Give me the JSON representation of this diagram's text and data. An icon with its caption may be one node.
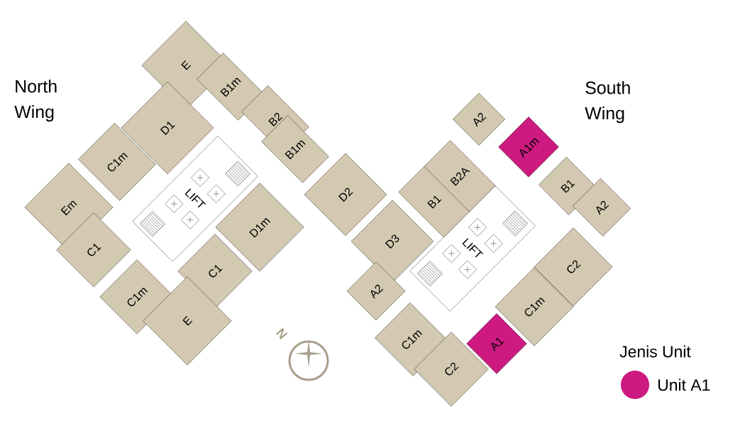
{
  "diagram": {
    "nodes": [
      {
        "text": [
          "E"
        ]
      },
      {
        "text": [
          "B1m"
        ]
      },
      {
        "text": [
          "D1"
        ]
      },
      {
        "text": [
          "B2"
        ]
      },
      {
        "text": [
          "B1m"
        ]
      },
      {
        "text": [
          "C1m"
        ]
      },
      {
        "text": [
          "Em"
        ]
      },
      {
        "text": [
          "D1m"
        ]
      },
      {
        "text": [
          "C1"
        ]
      },
      {
        "text": [
          "C1"
        ]
      },
      {
        "text": [
          "C1m"
        ]
      },
      {
        "text": [
          "E"
        ]
      },
      {
        "text": [
          "D2"
        ]
      },
      {
        "text": [
          "D3"
        ]
      },
      {
        "text": [
          "A2"
        ]
      },
      {
        "text": [
          "A1m"
        ]
      },
      {
        "text": [
          "B1"
        ]
      },
      {
        "text": [
          "B2A"
        ]
      },
      {
        "text": [
          "B1"
        ]
      },
      {
        "text": [
          "A2"
        ]
      },
      {
        "text": [
          "A2"
        ]
      },
      {
        "text": [
          "C2"
        ]
      },
      {
        "text": [
          "C1m"
        ]
      },
      {
        "text": [
          "C1m"
        ]
      },
      {
        "text": [
          "A1"
        ]
      },
      {
        "text": [
          "C2"
        ]
      },
      {
        "text": [
          "LIFT"
        ]
      },
      {
        "text": [
          "LIFT"
        ]
      }
    ],
    "labels": [
      "North Wing",
      "South Wing",
      "N",
      "Jenis Unit"
    ],
    "legend": [
      {
        "text": "Unit A1",
        "color": "#cc1a80"
      }
    ]
  }
}
